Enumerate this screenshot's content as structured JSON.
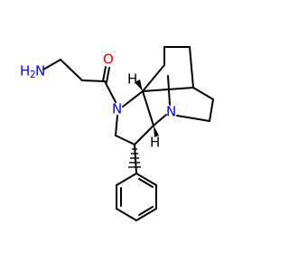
{
  "molecule": {
    "colors": {
      "bond": "#000000",
      "nitrogen": "#0000ff",
      "oxygen": "#ff0000",
      "hydrogen": "#000000"
    },
    "labels": {
      "amine_n": "N",
      "amine_h": "H",
      "amine_h_count": "2",
      "carbonyl_o": "O",
      "amide_n": "N",
      "bridge_n": "N",
      "ring_h1": "H",
      "ring_h2": "H"
    }
  }
}
